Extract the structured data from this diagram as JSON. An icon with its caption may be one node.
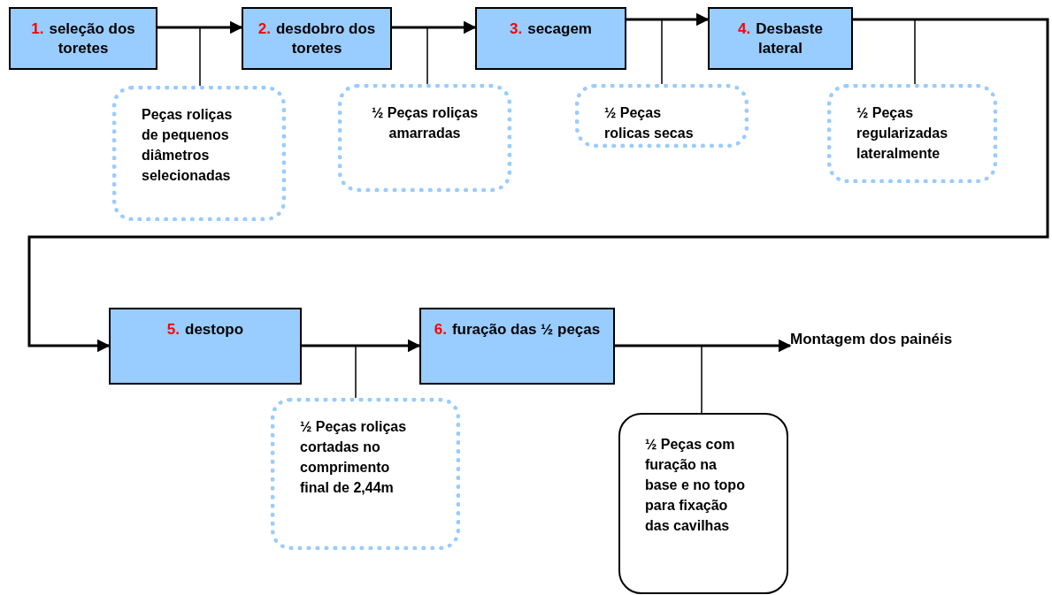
{
  "diagram": {
    "nodes": [
      {
        "text": [
          "1.",
          "seleção dos toretes"
        ]
      },
      {
        "text": [
          "2.",
          "desdobro dos toretes"
        ]
      },
      {
        "text": [
          "3.",
          "secagem"
        ]
      },
      {
        "text": [
          "4.",
          "Desbaste lateral"
        ]
      },
      {
        "text": [
          "5.",
          "destopo"
        ]
      },
      {
        "text": [
          "6.",
          "furação das ½ peças"
        ]
      },
      {
        "text": [
          "Montagem dos painéis"
        ]
      },
      {
        "text": [
          "Peças roliças de pequenos diâmetros selecionadas"
        ]
      },
      {
        "text": [
          "½ Peças roliças amarradas"
        ]
      },
      {
        "text": [
          "½ Peças rolicas secas"
        ]
      },
      {
        "text": [
          "½ Peças regularizadas lateralmente"
        ]
      },
      {
        "text": [
          "½ Peças roliças cortadas no comprimento final de 2,44m"
        ]
      },
      {
        "text": [
          "½ Peças com furação na base e no topo para fixação das cavilhas"
        ]
      }
    ],
    "edges": [
      {
        "from": 0,
        "to": 1,
        "arrow": "to"
      },
      {
        "from": 1,
        "to": 2,
        "arrow": "to"
      },
      {
        "from": 2,
        "to": 3,
        "arrow": "to"
      },
      {
        "from": 3,
        "to": 4,
        "arrow": "to"
      },
      {
        "from": 4,
        "to": 5,
        "arrow": "to"
      },
      {
        "from": 5,
        "to": 6,
        "arrow": "to"
      },
      {
        "from": 0,
        "to": 7,
        "arrow": "none"
      },
      {
        "from": 1,
        "to": 8,
        "arrow": "none"
      },
      {
        "from": 2,
        "to": 9,
        "arrow": "none"
      },
      {
        "from": 3,
        "to": 10,
        "arrow": "none"
      },
      {
        "from": 4,
        "to": 11,
        "arrow": "none"
      },
      {
        "from": 5,
        "to": 12,
        "arrow": "none"
      }
    ]
  }
}
